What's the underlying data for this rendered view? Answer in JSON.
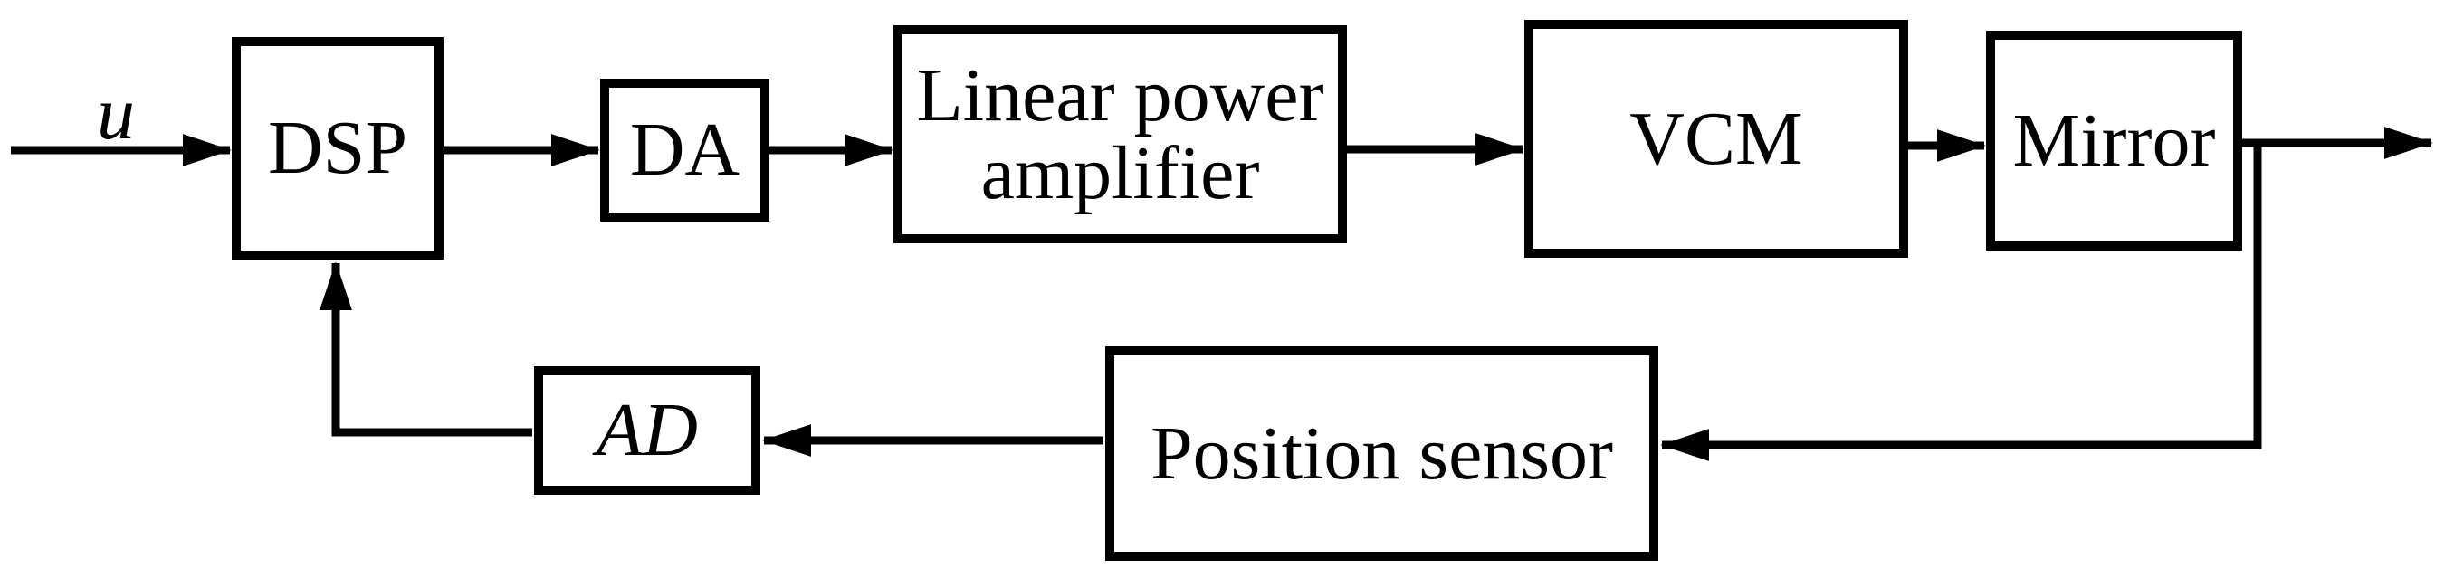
{
  "diagram": {
    "type": "block-diagram",
    "description": "Closed-loop VCM mirror control system",
    "background_color": "#ffffff",
    "stroke_color": "#000000",
    "input_signal": {
      "label": "u"
    },
    "blocks": [
      {
        "id": "dsp",
        "label": "DSP"
      },
      {
        "id": "da",
        "label": "DA"
      },
      {
        "id": "linear-power-amplifier",
        "label": "Linear power amplifier"
      },
      {
        "id": "vcm",
        "label": "VCM"
      },
      {
        "id": "mirror",
        "label": "Mirror"
      },
      {
        "id": "position-sensor",
        "label": "Position sensor"
      },
      {
        "id": "ad",
        "label": "AD"
      }
    ],
    "connections": [
      {
        "from": "u (input)",
        "to": "DSP"
      },
      {
        "from": "DSP",
        "to": "DA"
      },
      {
        "from": "DA",
        "to": "Linear power amplifier"
      },
      {
        "from": "Linear power amplifier",
        "to": "VCM"
      },
      {
        "from": "VCM",
        "to": "Mirror"
      },
      {
        "from": "Mirror",
        "to": "output"
      },
      {
        "from": "Mirror output line",
        "to": "Position sensor"
      },
      {
        "from": "Position sensor",
        "to": "AD"
      },
      {
        "from": "AD",
        "to": "DSP (feedback)"
      }
    ]
  }
}
